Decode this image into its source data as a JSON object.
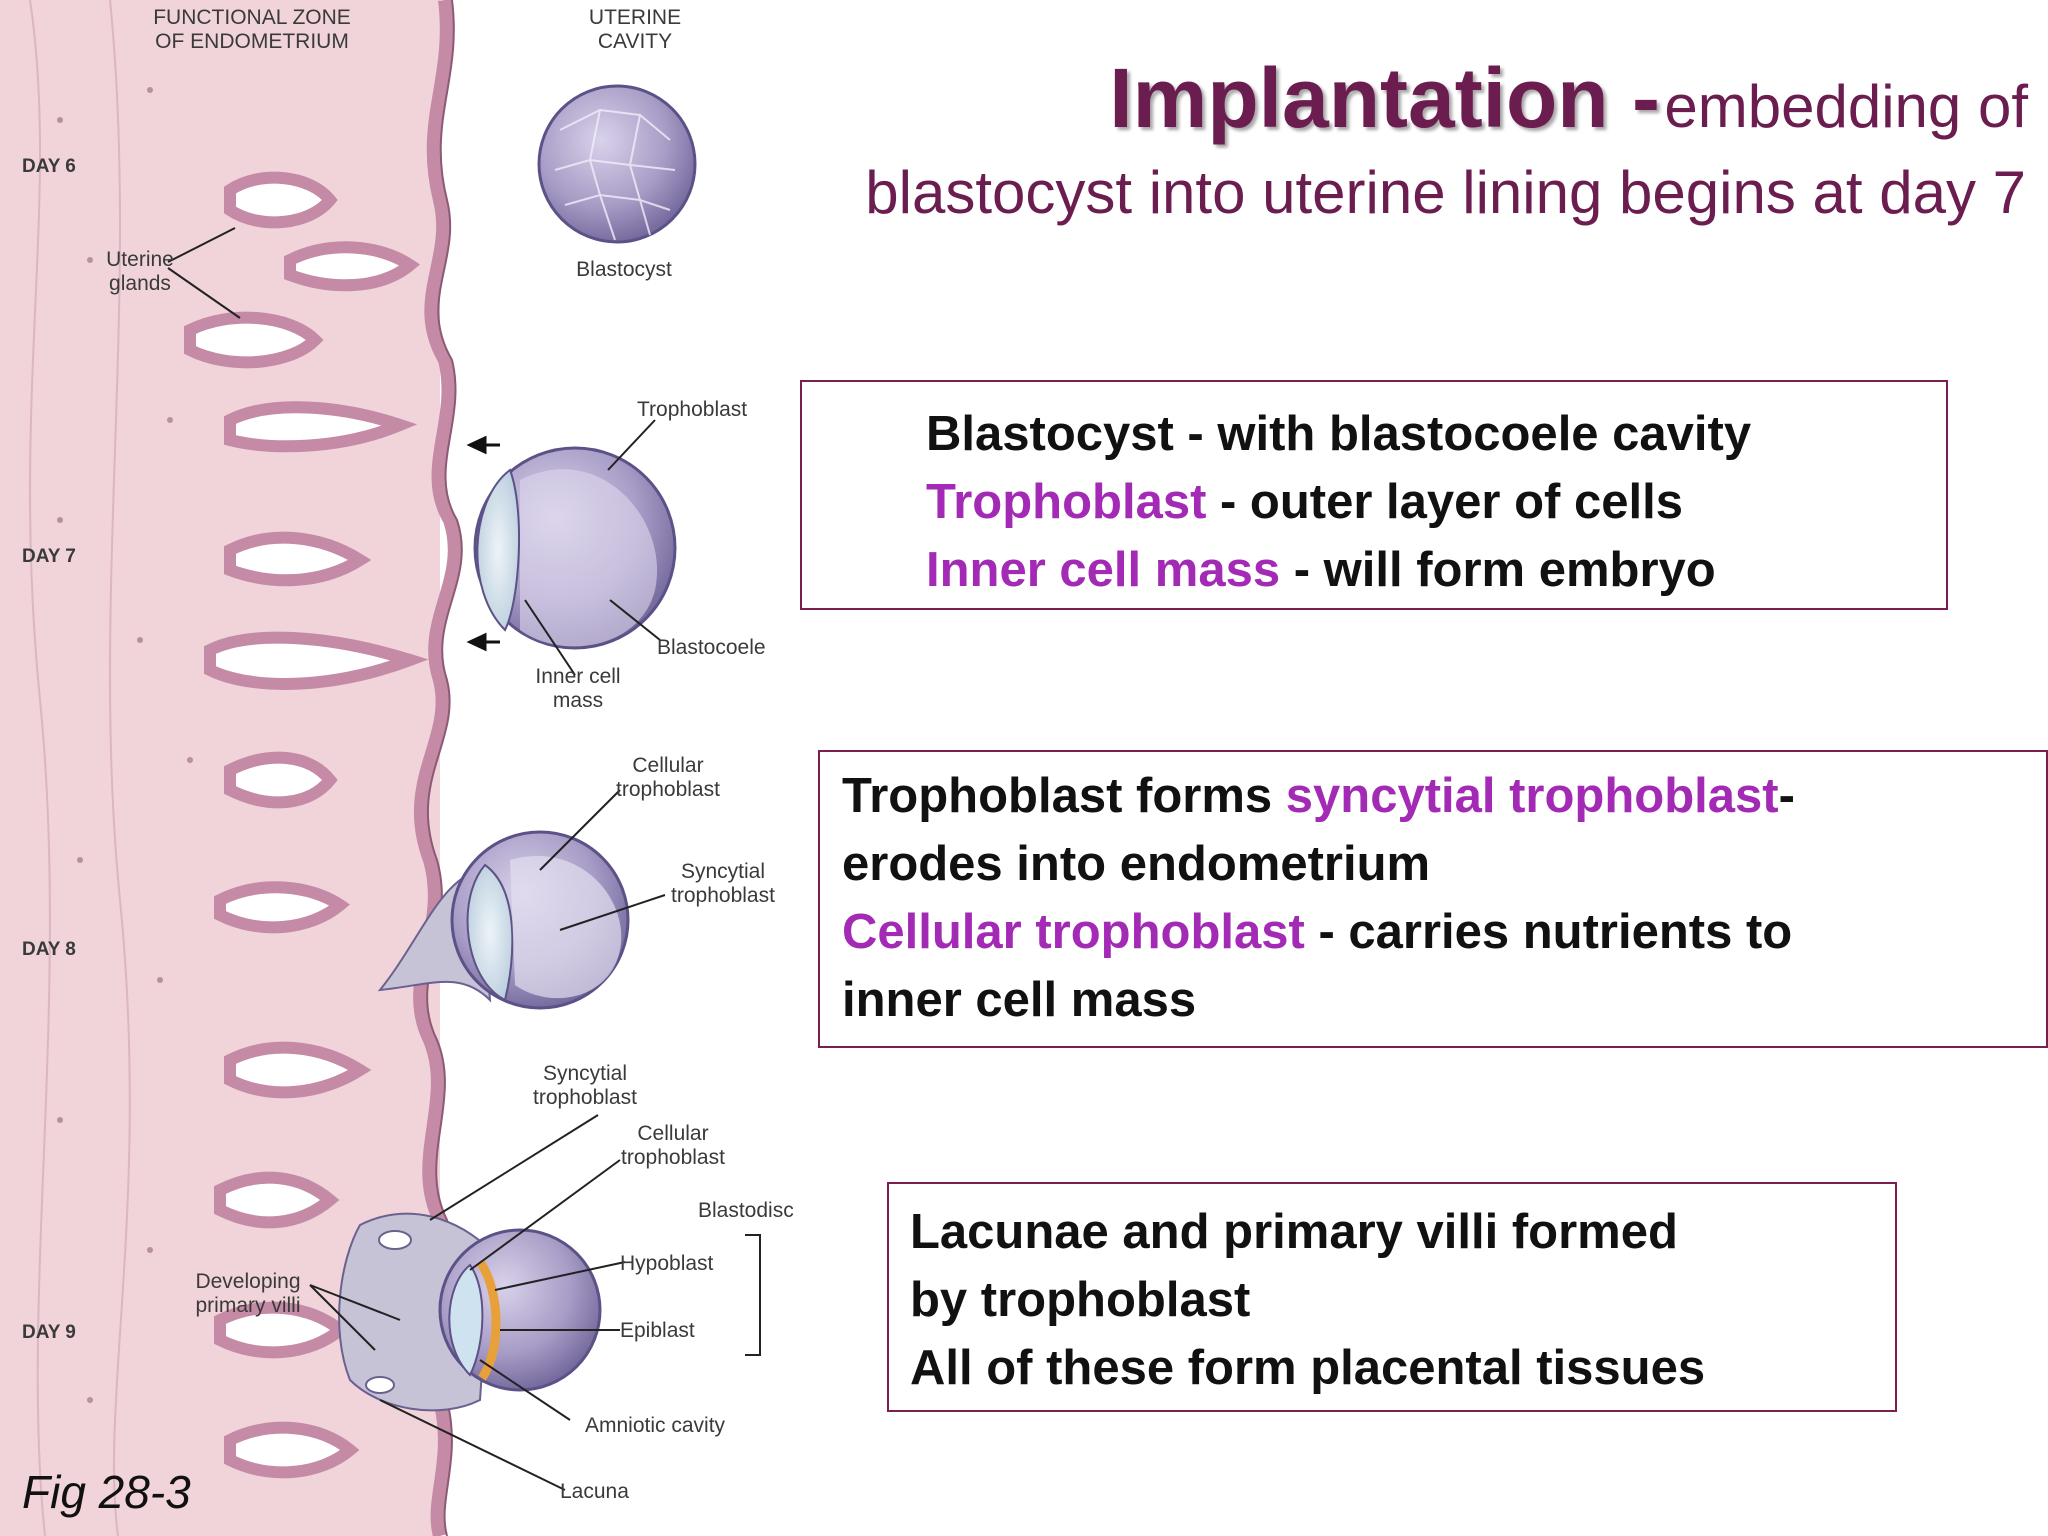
{
  "title": {
    "main": "Implantation -",
    "subtitle_part1": "embedding of",
    "subtitle_part2": "blastocyst into uterine lining begins at day 7"
  },
  "box1": {
    "line1": "Blastocyst - with blastocoele cavity",
    "line2_term": "Trophoblast",
    "line2_rest": " - outer layer of cells",
    "line3_term": "Inner cell mass",
    "line3_rest": " - will form embryo"
  },
  "box2": {
    "line1_pre": "Trophoblast forms ",
    "line1_term": "syncytial trophoblast",
    "line1_post": "-",
    "line2": "erodes into endometrium",
    "line3_term": "Cellular trophoblast",
    "line3_rest": " - carries nutrients to",
    "line4": "inner cell mass"
  },
  "box3": {
    "line1": "Lacunae and primary villi formed",
    "line2": "by trophoblast",
    "line3": "All of these form placental tissues"
  },
  "figure_ref": "Fig 28-3",
  "diagram_labels": {
    "functional_zone_1": "FUNCTIONAL ZONE",
    "functional_zone_2": "OF ENDOMETRIUM",
    "uterine_cavity_1": "UTERINE",
    "uterine_cavity_2": "CAVITY",
    "day6": "DAY 6",
    "day7": "DAY 7",
    "day8": "DAY 8",
    "day9": "DAY 9",
    "uterine_glands_1": "Uterine",
    "uterine_glands_2": "glands",
    "blastocyst": "Blastocyst",
    "trophoblast": "Trophoblast",
    "blastocoele": "Blastocoele",
    "inner_cell_mass_1": "Inner cell",
    "inner_cell_mass_2": "mass",
    "cellular_trophoblast_a1": "Cellular",
    "cellular_trophoblast_a2": "trophoblast",
    "syncytial_trophoblast_a1": "Syncytial",
    "syncytial_trophoblast_a2": "trophoblast",
    "syncytial_trophoblast_b1": "Syncytial",
    "syncytial_trophoblast_b2": "trophoblast",
    "cellular_trophoblast_b1": "Cellular",
    "cellular_trophoblast_b2": "trophoblast",
    "blastodisc": "Blastodisc",
    "hypoblast": "Hypoblast",
    "epiblast": "Epiblast",
    "developing_villi_1": "Developing",
    "developing_villi_2": "primary villi",
    "amniotic_cavity": "Amniotic cavity",
    "lacuna": "Lacuna"
  },
  "colors": {
    "title": "#6b1d4f",
    "highlight_term": "#a22ab4",
    "box_border": "#7a1f4f",
    "endometrium": "#f0d4da",
    "gland": "#c58aa6",
    "blastocyst": "#9b8fb7"
  }
}
